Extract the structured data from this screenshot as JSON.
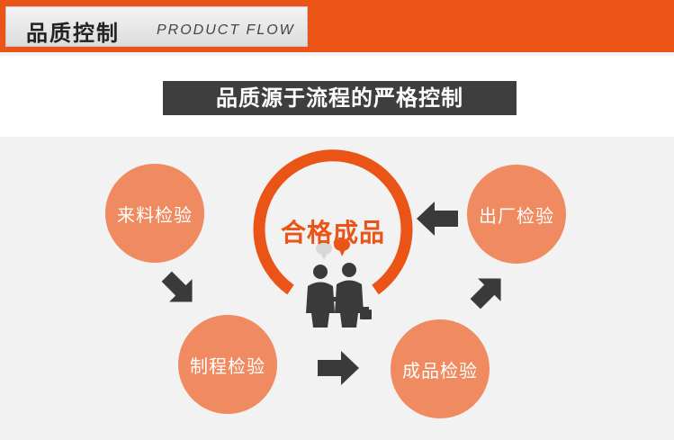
{
  "header": {
    "title_cn": "品质控制",
    "title_en": "PRODUCT FLOW",
    "accent_color": "#ea5416"
  },
  "banner": {
    "text": "品质源于流程的严格控制"
  },
  "flow": {
    "center": "合格成品",
    "steps": [
      {
        "label": "来料检验"
      },
      {
        "label": "制程检验"
      },
      {
        "label": "成品检验"
      },
      {
        "label": "出厂检验"
      }
    ],
    "circle_color": "#f08a60",
    "arrow_color": "#3a3a3a",
    "center_icon": "business-handshake-icon"
  }
}
